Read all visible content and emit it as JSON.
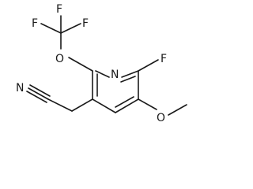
{
  "molecule": {
    "atoms": {
      "n_ring": "N",
      "f_ring": "F",
      "o_ether": "O",
      "o_methoxy": "O",
      "n_nitrile": "N",
      "f_cf3_left": "F",
      "f_cf3_top": "F",
      "f_cf3_right": "F"
    }
  }
}
